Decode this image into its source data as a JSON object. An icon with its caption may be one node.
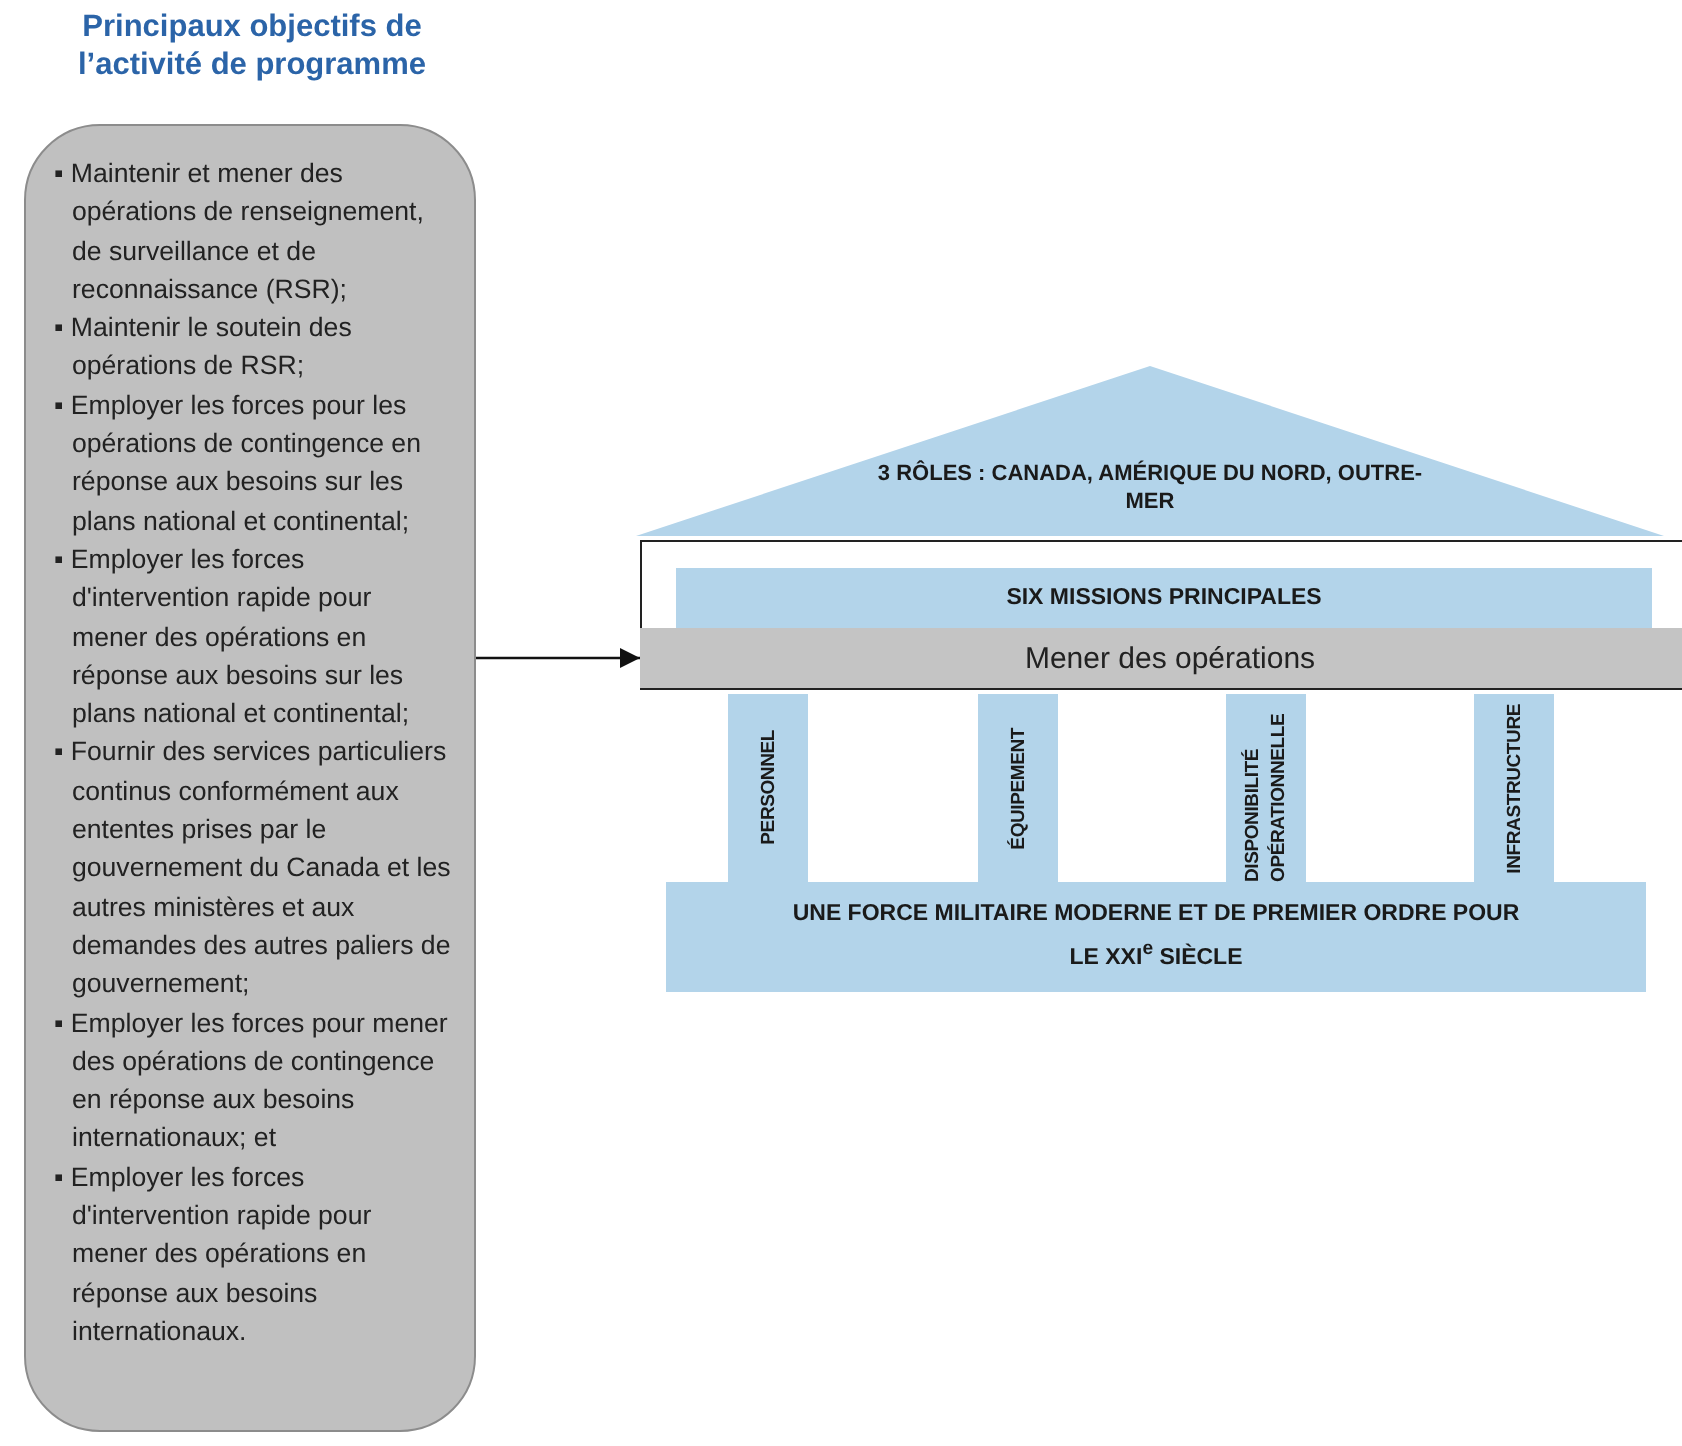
{
  "diagram": {
    "nodes": [
      {
        "text": [
          "Principaux objectifs de l’activité de programme",
          "▪ Maintenir et mener des opérations de renseignement, de surveillance et de reconnaissance (RSR);",
          "▪ Maintenir le soutein des opérations de RSR;",
          "▪ Employer les forces pour les opérations de contingence en réponse aux besoins sur les plans national et continental;",
          "▪ Employer les forces d'intervention rapide pour mener des opérations en réponse aux besoins sur les plans national et continental;",
          "▪ Fournir des services particuliers continus conformément aux ententes prises par le gouvernement du Canada et les autres ministères et aux demandes des autres paliers de gouvernement;",
          "▪ Employer les forces pour mener des opérations de contingence en réponse aux besoins internationaux; et",
          "▪ Employer les forces d'intervention rapide pour mener des opérations en réponse aux besoins internationaux."
        ]
      },
      {
        "text": [
          "3 RÔLES : CANADA, AMÉRIQUE DU NORD, OUTRE-MER"
        ]
      },
      {
        "text": [
          "SIX MISSIONS PRINCIPALES"
        ]
      },
      {
        "text": [
          "Mener des opérations"
        ]
      },
      {
        "text": [
          "PERSONNEL"
        ]
      },
      {
        "text": [
          "ÉQUIPEMENT"
        ]
      },
      {
        "text": [
          "DISPONIBILITÉ OPÉRATIONNELLE"
        ]
      },
      {
        "text": [
          "INFRASTRUCTURE"
        ]
      },
      {
        "text": [
          "UNE FORCE MILITAIRE MODERNE ET DE PREMIER ORDRE POUR LE XXI$^{e}$ SIÈCLE"
        ]
      }
    ],
    "edges": [
      {
        "from": 0,
        "to": 3,
        "arrow": "to"
      }
    ]
  }
}
